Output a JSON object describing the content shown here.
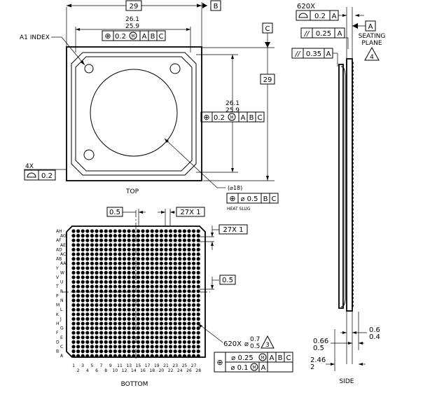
{
  "views": {
    "top": {
      "label": "TOP",
      "width_dim": "29",
      "height_dim": "29",
      "datum_b": "B",
      "datum_c": "C",
      "body_max": "26.1",
      "body_min": "25.9",
      "body_max_v": "26.1",
      "body_min_v": "25.9",
      "pos_tol": "0.2",
      "datum_a": "A",
      "index_label": "A1 INDEX",
      "count_4x": "4X",
      "flat_tol": "0.2",
      "slug_dim": "(⌀18)",
      "slug_tol": "⌀ 0.5",
      "slug_label": "HEAT SLUG"
    },
    "bottom": {
      "label": "BOTTOM",
      "pitch_top": "0.5",
      "pitch_left": "0.5",
      "count_top": "27X 1",
      "count_right": "27X 1",
      "ball_count": "620X",
      "ball_max": "0.7",
      "ball_min": "0.5",
      "note_ref": "3",
      "ball_tol_1": "⌀ 0.25",
      "ball_tol_2": "⌀ 0.1",
      "row_labels_a": [
        "AH",
        "AF",
        "AD",
        "AB",
        "Y",
        "V",
        "T",
        "P",
        "M",
        "K",
        "H",
        "F",
        "D",
        "B"
      ],
      "row_labels_b": [
        "AG",
        "AE",
        "AC",
        "AA",
        "W",
        "U",
        "R",
        "N",
        "L",
        "J",
        "G",
        "E",
        "C",
        "A"
      ],
      "col_labels_odd": [
        "1",
        "3",
        "5",
        "7",
        "9",
        "11",
        "13",
        "15",
        "17",
        "19",
        "21",
        "23",
        "25",
        "27"
      ],
      "col_labels_even": [
        "2",
        "4",
        "6",
        "8",
        "10",
        "12",
        "14",
        "16",
        "18",
        "20",
        "22",
        "24",
        "26",
        "28"
      ]
    },
    "side": {
      "label": "SIDE",
      "coplan_count": "620X",
      "coplan_tol": "0.2",
      "parallel_1": "0.25",
      "parallel_2": "0.35",
      "seating_1": "SEATING",
      "seating_2": "PLANE",
      "seating_note": "4",
      "ball_h_max": "0.66",
      "ball_h_min": "0.5",
      "total_h_max": "2.46",
      "total_h_min": "2",
      "sub_h_max": "0.6",
      "sub_h_min": "0.4"
    }
  },
  "symbols": {
    "position": "⊕",
    "mmc": "M",
    "parallel": "//",
    "flatness": "⌓"
  }
}
